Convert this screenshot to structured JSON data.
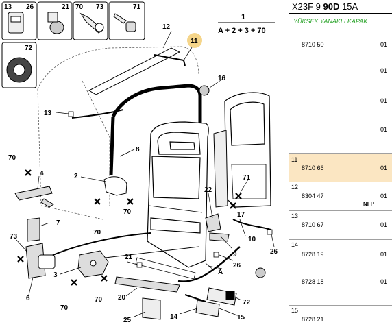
{
  "diagram": {
    "labels": {
      "l13a": "13",
      "l26a": "26",
      "l21a": "21",
      "l70a": "70",
      "l73a": "73",
      "l71a": "71",
      "l72a": "72",
      "l1": "1",
      "formula": "A + 2 + 3 + 70",
      "l12": "12",
      "l11": "11",
      "l16": "16",
      "l13": "13",
      "l8": "8",
      "l70b": "70",
      "l4": "4",
      "l2": "2",
      "l70c": "70",
      "l70d": "70",
      "l7": "7",
      "l73": "73",
      "l6": "6",
      "l3": "3",
      "l70e": "70",
      "l70f": "70",
      "l21": "21",
      "l20": "20",
      "l25": "25",
      "l14": "14",
      "l15": "15",
      "l72": "72",
      "lA": "A",
      "l22": "22",
      "l71": "71",
      "l9": "9",
      "l26b": "26",
      "l10": "10",
      "l26c": "26",
      "l17": "17"
    },
    "highlight_color": "#f5d58a"
  },
  "panel": {
    "header": {
      "a": "X23F 9 ",
      "b": "90D",
      "c": " 15A"
    },
    "subtitle": "YÜKSEK YANAKLI KAPAK",
    "rows": [
      {
        "idx": "",
        "refs": [
          "8710 50"
        ],
        "qty": [
          "01",
          "01",
          "01",
          "01"
        ]
      },
      {
        "idx": "11",
        "refs": [
          "8710 66"
        ],
        "qty": [
          "01"
        ]
      },
      {
        "idx": "12",
        "refs": [
          "8304 47"
        ],
        "qty": [
          "01"
        ],
        "note": "NFP"
      },
      {
        "idx": "13",
        "refs": [
          "8710 67"
        ],
        "qty": [
          "01"
        ]
      },
      {
        "idx": "14",
        "refs": [
          "8728 19",
          "8728 18"
        ],
        "qty": [
          "01",
          "01"
        ]
      },
      {
        "idx": "15",
        "refs": [
          "8728 21"
        ],
        "qty": []
      }
    ]
  }
}
